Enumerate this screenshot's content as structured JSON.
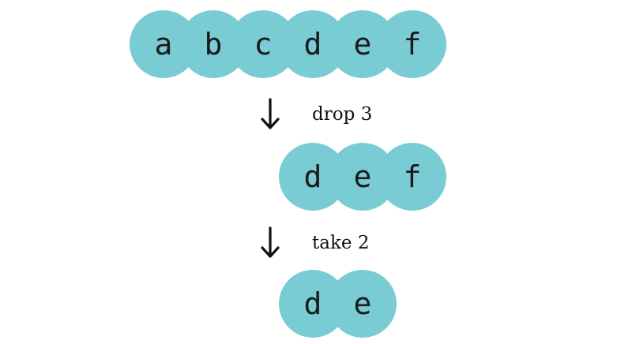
{
  "colors": {
    "circle_fill": "#79ccd3",
    "text": "#1a1a1a",
    "arrow": "#111111"
  },
  "rows": [
    {
      "items": [
        "a",
        "b",
        "c",
        "d",
        "e",
        "f"
      ]
    },
    {
      "items": [
        "d",
        "e",
        "f"
      ]
    },
    {
      "items": [
        "d",
        "e"
      ]
    }
  ],
  "operations": [
    {
      "label": "drop 3",
      "icon": "arrow-down-icon"
    },
    {
      "label": "take 2",
      "icon": "arrow-down-icon"
    }
  ]
}
